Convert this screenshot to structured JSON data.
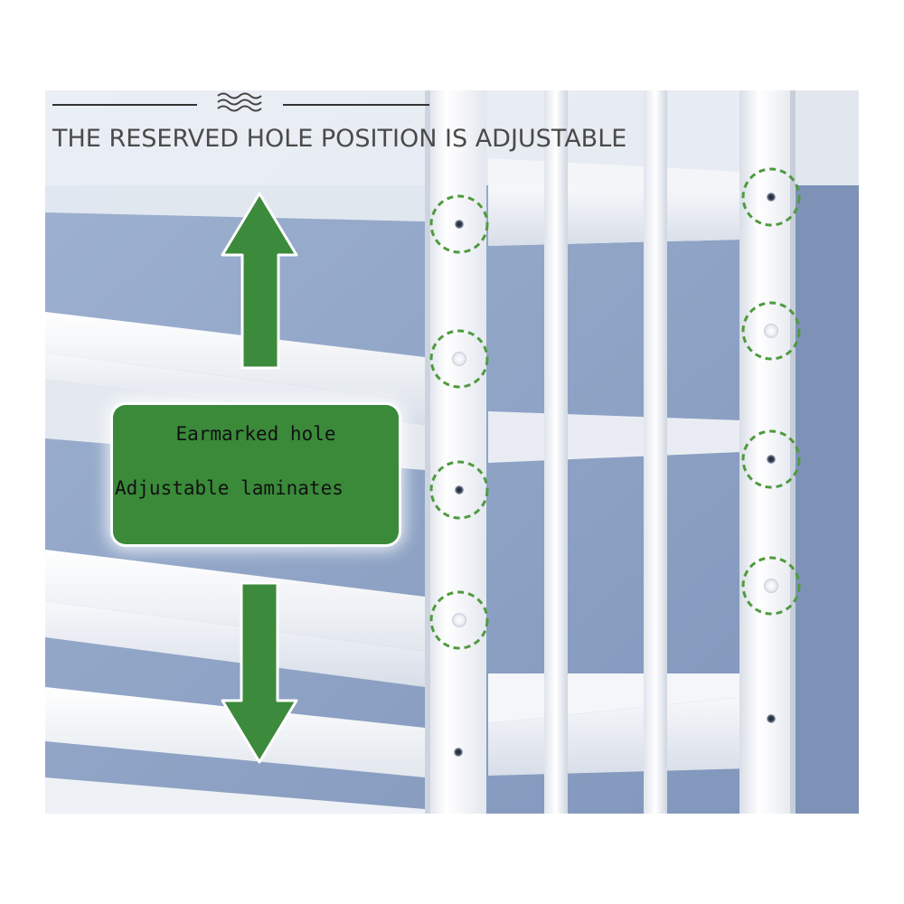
{
  "headline": "THE RESERVED HOLE POSITION IS ADJUSTABLE",
  "callout": {
    "line_1": "Earmarked hole",
    "line_2": "Adjustable laminates"
  },
  "icons": [
    "wave-ornament-icon",
    "arrow-up-icon",
    "arrow-down-icon",
    "reserved-hole-marker-icon"
  ],
  "colors": {
    "arrow_green": "#3c8a3c",
    "callout_green": "#3a8a3a",
    "marker_dash_green": "#4f9a3f",
    "wall_blue": "#8fa4c6",
    "shelf_white": "#f4f6f9",
    "headline_gray": "#4a4a4a"
  }
}
